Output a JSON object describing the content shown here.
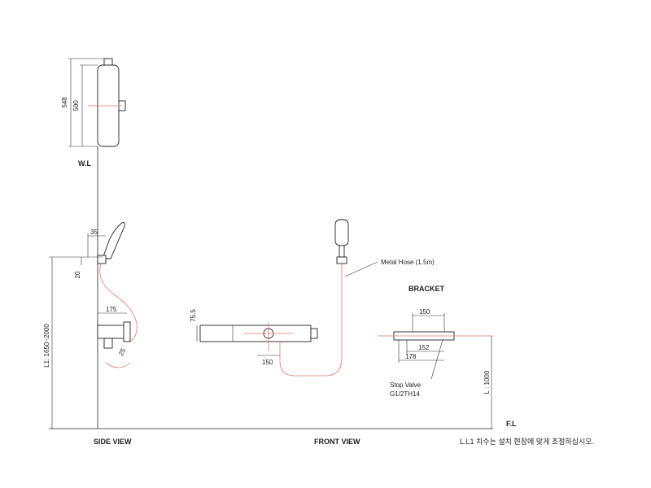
{
  "labels": {
    "wl": "W.L",
    "fl": "F.L",
    "side_view": "SIDE VIEW",
    "front_view": "FRONT VIEW",
    "bracket": "BRACKET",
    "metal_hose": "Metal Hose (1.5m)",
    "stop_valve_1": "Stop Valve",
    "stop_valve_2": "G1/2TH14",
    "note": "L.L1 치수는 설치 현장에 맞게 조정하십시오."
  },
  "dimensions": {
    "d548": "548",
    "d500": "500",
    "d35": "35",
    "d20": "20",
    "d175": "175",
    "d25": "25",
    "l1": "L1: 1650~2000",
    "d75_5": "75.5",
    "d150_front": "150",
    "d150_bracket": "150",
    "d152": "152",
    "d178": "178",
    "l1000": "L : 1000"
  },
  "colors": {
    "line": "#222222",
    "center_line": "#e07a6f"
  }
}
